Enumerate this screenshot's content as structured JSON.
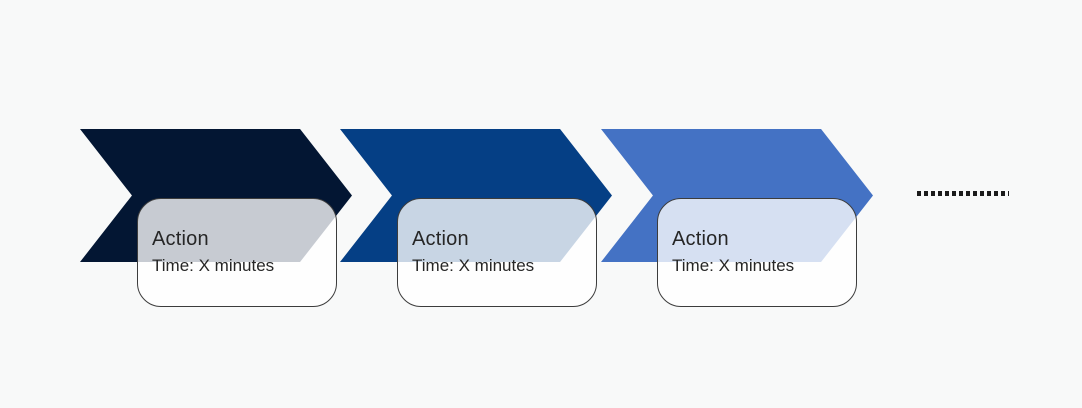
{
  "canvas": {
    "background_color": "#F8F9F9"
  },
  "diagram": {
    "type": "process-flow-chevrons",
    "steps": [
      {
        "label": "Action",
        "time": "Time: X minutes",
        "chevron_color": "#031633"
      },
      {
        "label": "Action",
        "time": "Time: X minutes",
        "chevron_color": "#053F85"
      },
      {
        "label": "Action",
        "time": "Time: X minutes",
        "chevron_color": "#4472C4"
      }
    ],
    "card_style": {
      "fill": "rgba(255,255,255,0.78)",
      "border_color": "#3C3C3C",
      "text_color": "#262626"
    },
    "continuation": {
      "kind": "dotted-line",
      "dot_color": "#1B1B1B",
      "dot_count": 13
    }
  }
}
